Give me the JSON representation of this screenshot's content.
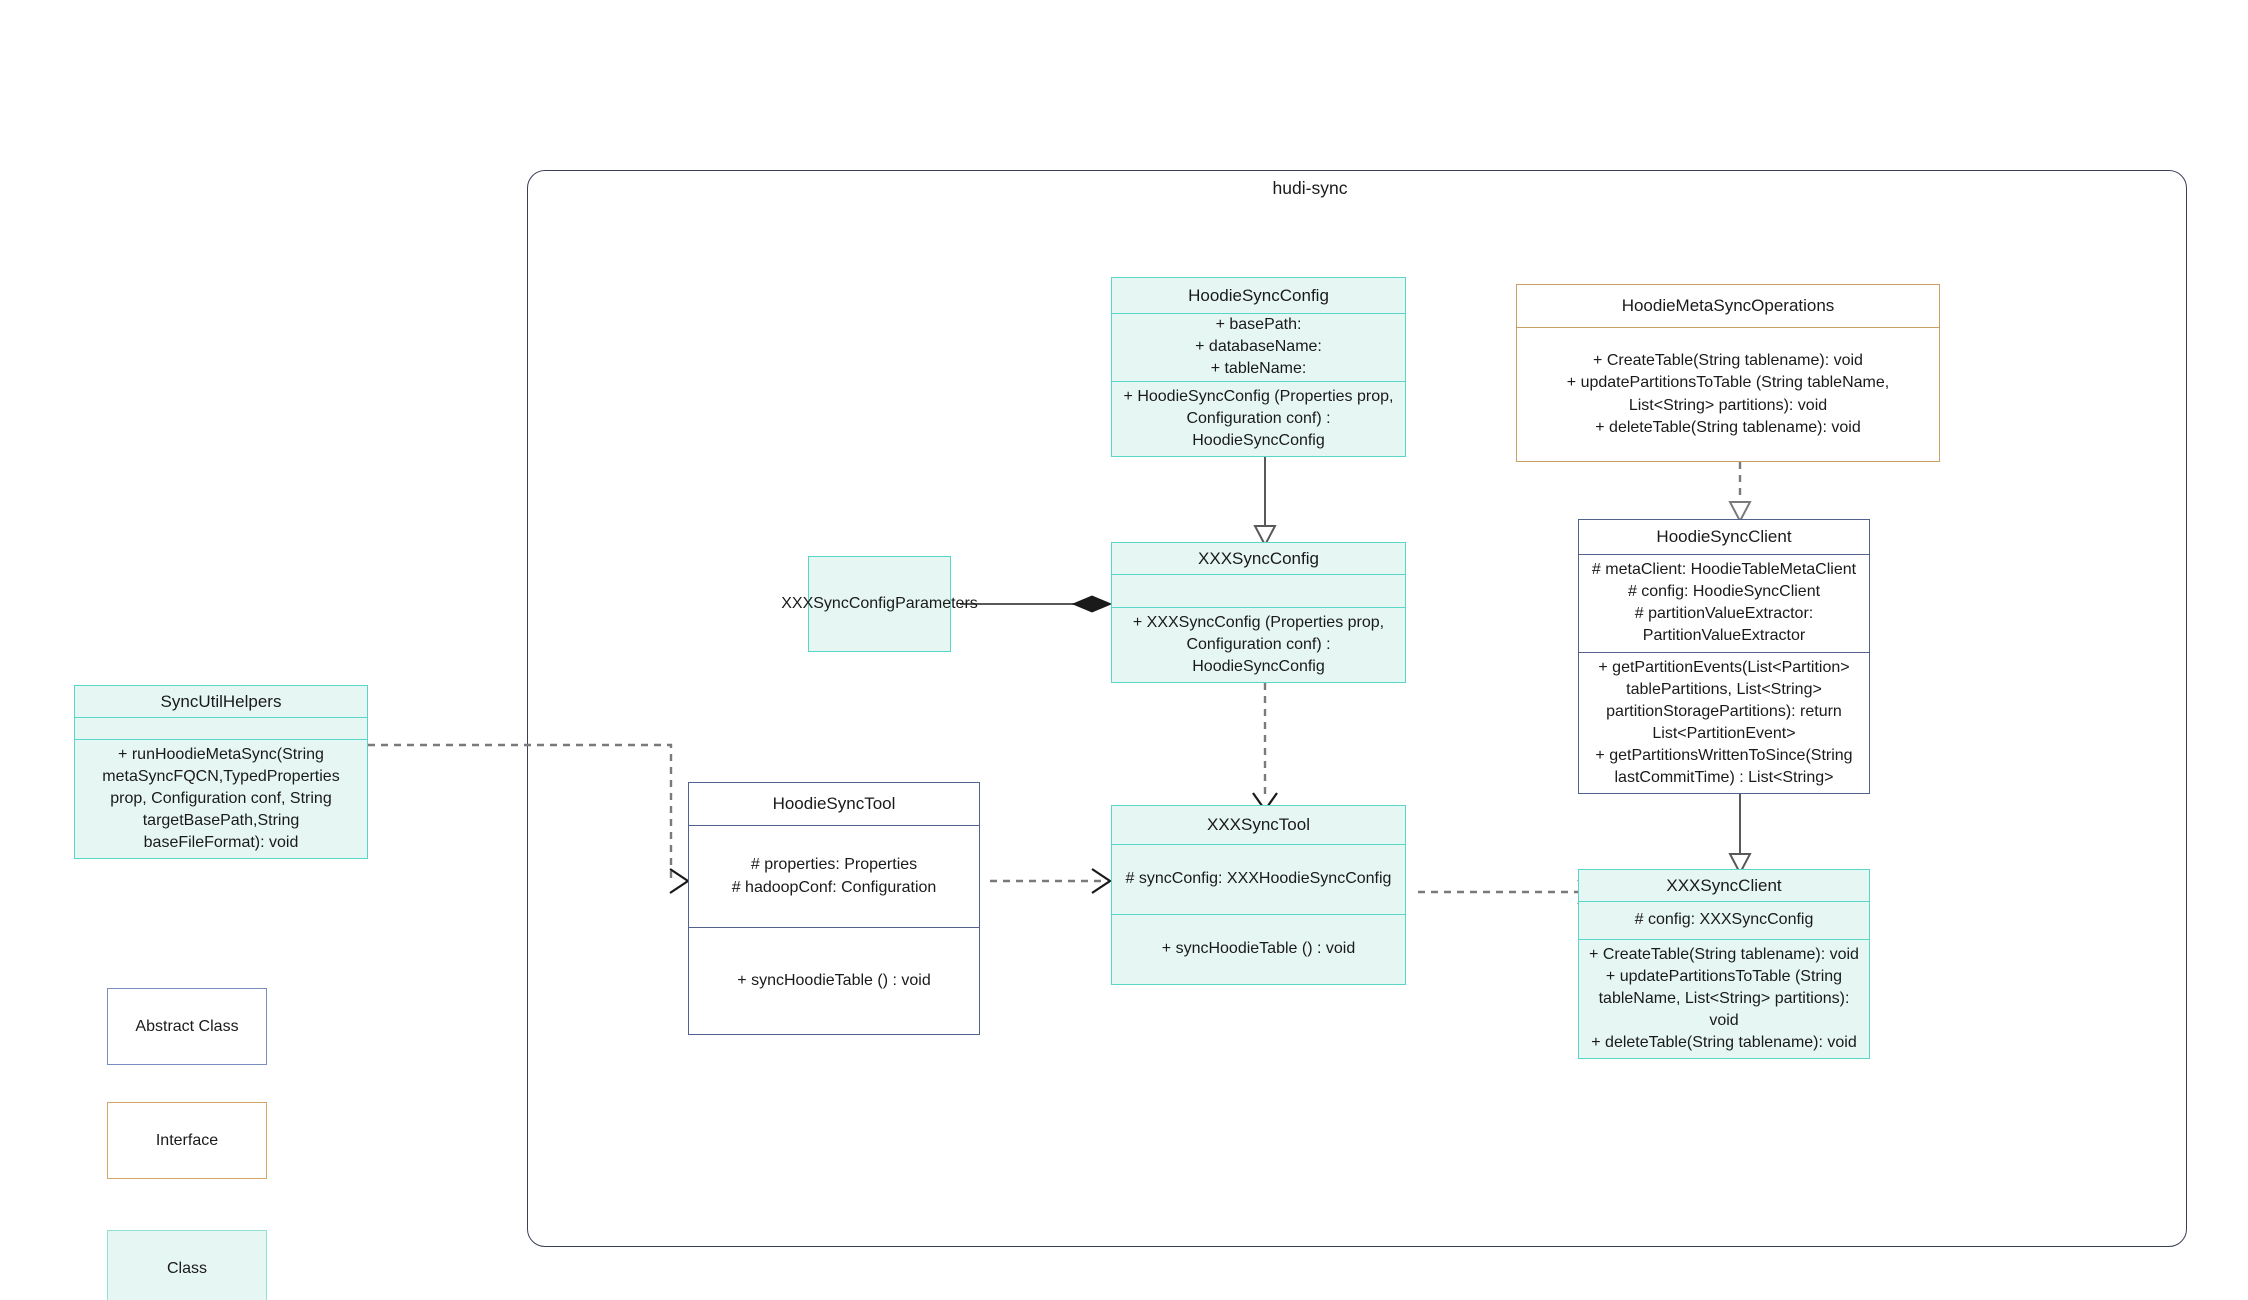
{
  "package": {
    "title": "hudi-sync"
  },
  "classes": {
    "hoodieSyncConfig": {
      "name": "HoodieSyncConfig",
      "attributes": "+    basePath:\n+   databaseName:\n+    tableName:",
      "methods": "+   HoodieSyncConfig (Properties prop, Configuration conf) : HoodieSyncConfig"
    },
    "hoodieMetaSyncOperations": {
      "name": "HoodieMetaSyncOperations",
      "methods": "+    CreateTable(String tablename): void\n+   updatePartitionsToTable (String tableName, List<String> partitions): void\n+    deleteTable(String tablename): void"
    },
    "hoodieSyncClient": {
      "name": "HoodieSyncClient",
      "attributes": "#   metaClient: HoodieTableMetaClient\n#   config: HoodieSyncClient\n#    partitionValueExtractor: PartitionValueExtractor",
      "methods": "+   getPartitionEvents(List<Partition> tablePartitions, List<String> partitionStoragePartitions): return List<PartitionEvent>\n+   getPartitionsWrittenToSince(String lastCommitTime) : List<String>"
    },
    "xxxSyncConfigParameters": {
      "name": "XXXSyncConfigParameters"
    },
    "xxxSyncConfig": {
      "name": "XXXSyncConfig",
      "attributes": "",
      "methods": "+   XXXSyncConfig (Properties prop, Configuration conf) : HoodieSyncConfig"
    },
    "syncUtilHelpers": {
      "name": "SyncUtilHelpers",
      "attributes": "",
      "methods": "+    runHoodieMetaSync(String metaSyncFQCN,TypedProperties prop, Configuration conf, String targetBasePath,String baseFileFormat): void"
    },
    "hoodieSyncTool": {
      "name": "HoodieSyncTool",
      "attributes": "#   properties: Properties\n#   hadoopConf: Configuration",
      "methods": "+   syncHoodieTable () : void"
    },
    "xxxSyncTool": {
      "name": "XXXSyncTool",
      "attributes": "#   syncConfig: XXXHoodieSyncConfig",
      "methods": "+   syncHoodieTable () : void"
    },
    "xxxSyncClient": {
      "name": "XXXSyncClient",
      "attributes": "#    config: XXXSyncConfig",
      "methods": "+    CreateTable(String tablename): void\n+    updatePartitionsToTable (String tableName, List<String> partitions): void\n+    deleteTable(String tablename): void"
    }
  },
  "legend": {
    "abstract": "Abstract Class",
    "interface": "Interface",
    "klass": "Class"
  },
  "colors": {
    "class_border": "#5ad6c8",
    "class_fill": "#e6f7f3",
    "interface_border": "#c8a062",
    "abstract_border": "#53618f",
    "frame_border": "#3a3f55"
  }
}
